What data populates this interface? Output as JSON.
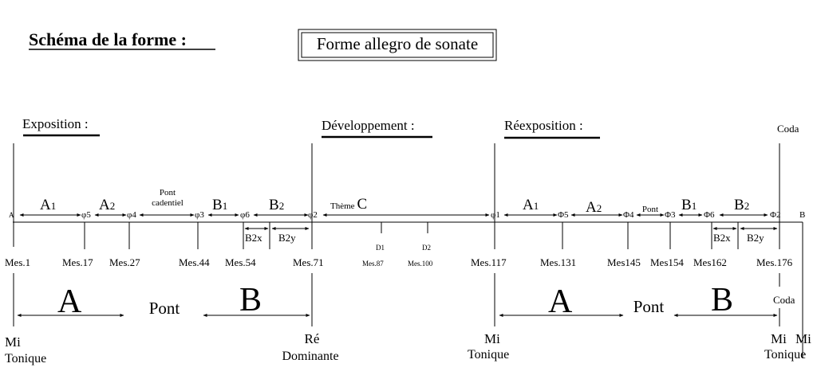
{
  "header": {
    "title": "Schéma de la forme :",
    "form_name": "Forme allegro de sonate"
  },
  "sections": {
    "exposition": "Exposition :",
    "developpement": "Développement :",
    "reexposition": "Réexposition :",
    "coda": "Coda"
  },
  "markers": {
    "start": "A",
    "end": "B",
    "expo_phi5": "φ5",
    "expo_phi4": "φ4",
    "expo_phi3": "φ3",
    "expo_phi6": "φ6",
    "expo_phi2": "φ2",
    "reexpo_phi1": "φ1",
    "reexpo_Phi5": "Φ5",
    "reexpo_Phi4": "Φ4",
    "reexpo_Phi3": "Φ3",
    "reexpo_Phi6": "Φ6",
    "reexpo_Phi2": "Φ2"
  },
  "theme_labels": {
    "a1_letter": "A",
    "a1_sub": "1",
    "a2_letter": "A",
    "a2_sub": "2",
    "b1_letter": "B",
    "b1_sub": "1",
    "b2_letter": "B",
    "b2_sub": "2",
    "pont_cadentiel_1": "Pont",
    "pont_cadentiel_2": "cadentiel",
    "theme_c_word": "Thème",
    "theme_c_letter": "C",
    "pont_small": "Pont",
    "b2x": "B2x",
    "b2y": "B2y",
    "d1": "D1",
    "d2": "D2"
  },
  "measures": {
    "m1": "Mes.1",
    "m17": "Mes.17",
    "m27": "Mes.27",
    "m44": "Mes.44",
    "m54": "Mes.54",
    "m71": "Mes.71",
    "m87": "Mes.87",
    "m100": "Mes.100",
    "m117": "Mes.117",
    "m131": "Mes.131",
    "m145": "Mes145",
    "m154": "Mes154",
    "m162": "Mes162",
    "m176": "Mes.176"
  },
  "big_form": {
    "a": "A",
    "pont": "Pont",
    "b": "B",
    "coda": "Coda"
  },
  "keys": {
    "mi": "Mi",
    "tonique": "Tonique",
    "re": "Ré",
    "dominante": "Dominante"
  }
}
